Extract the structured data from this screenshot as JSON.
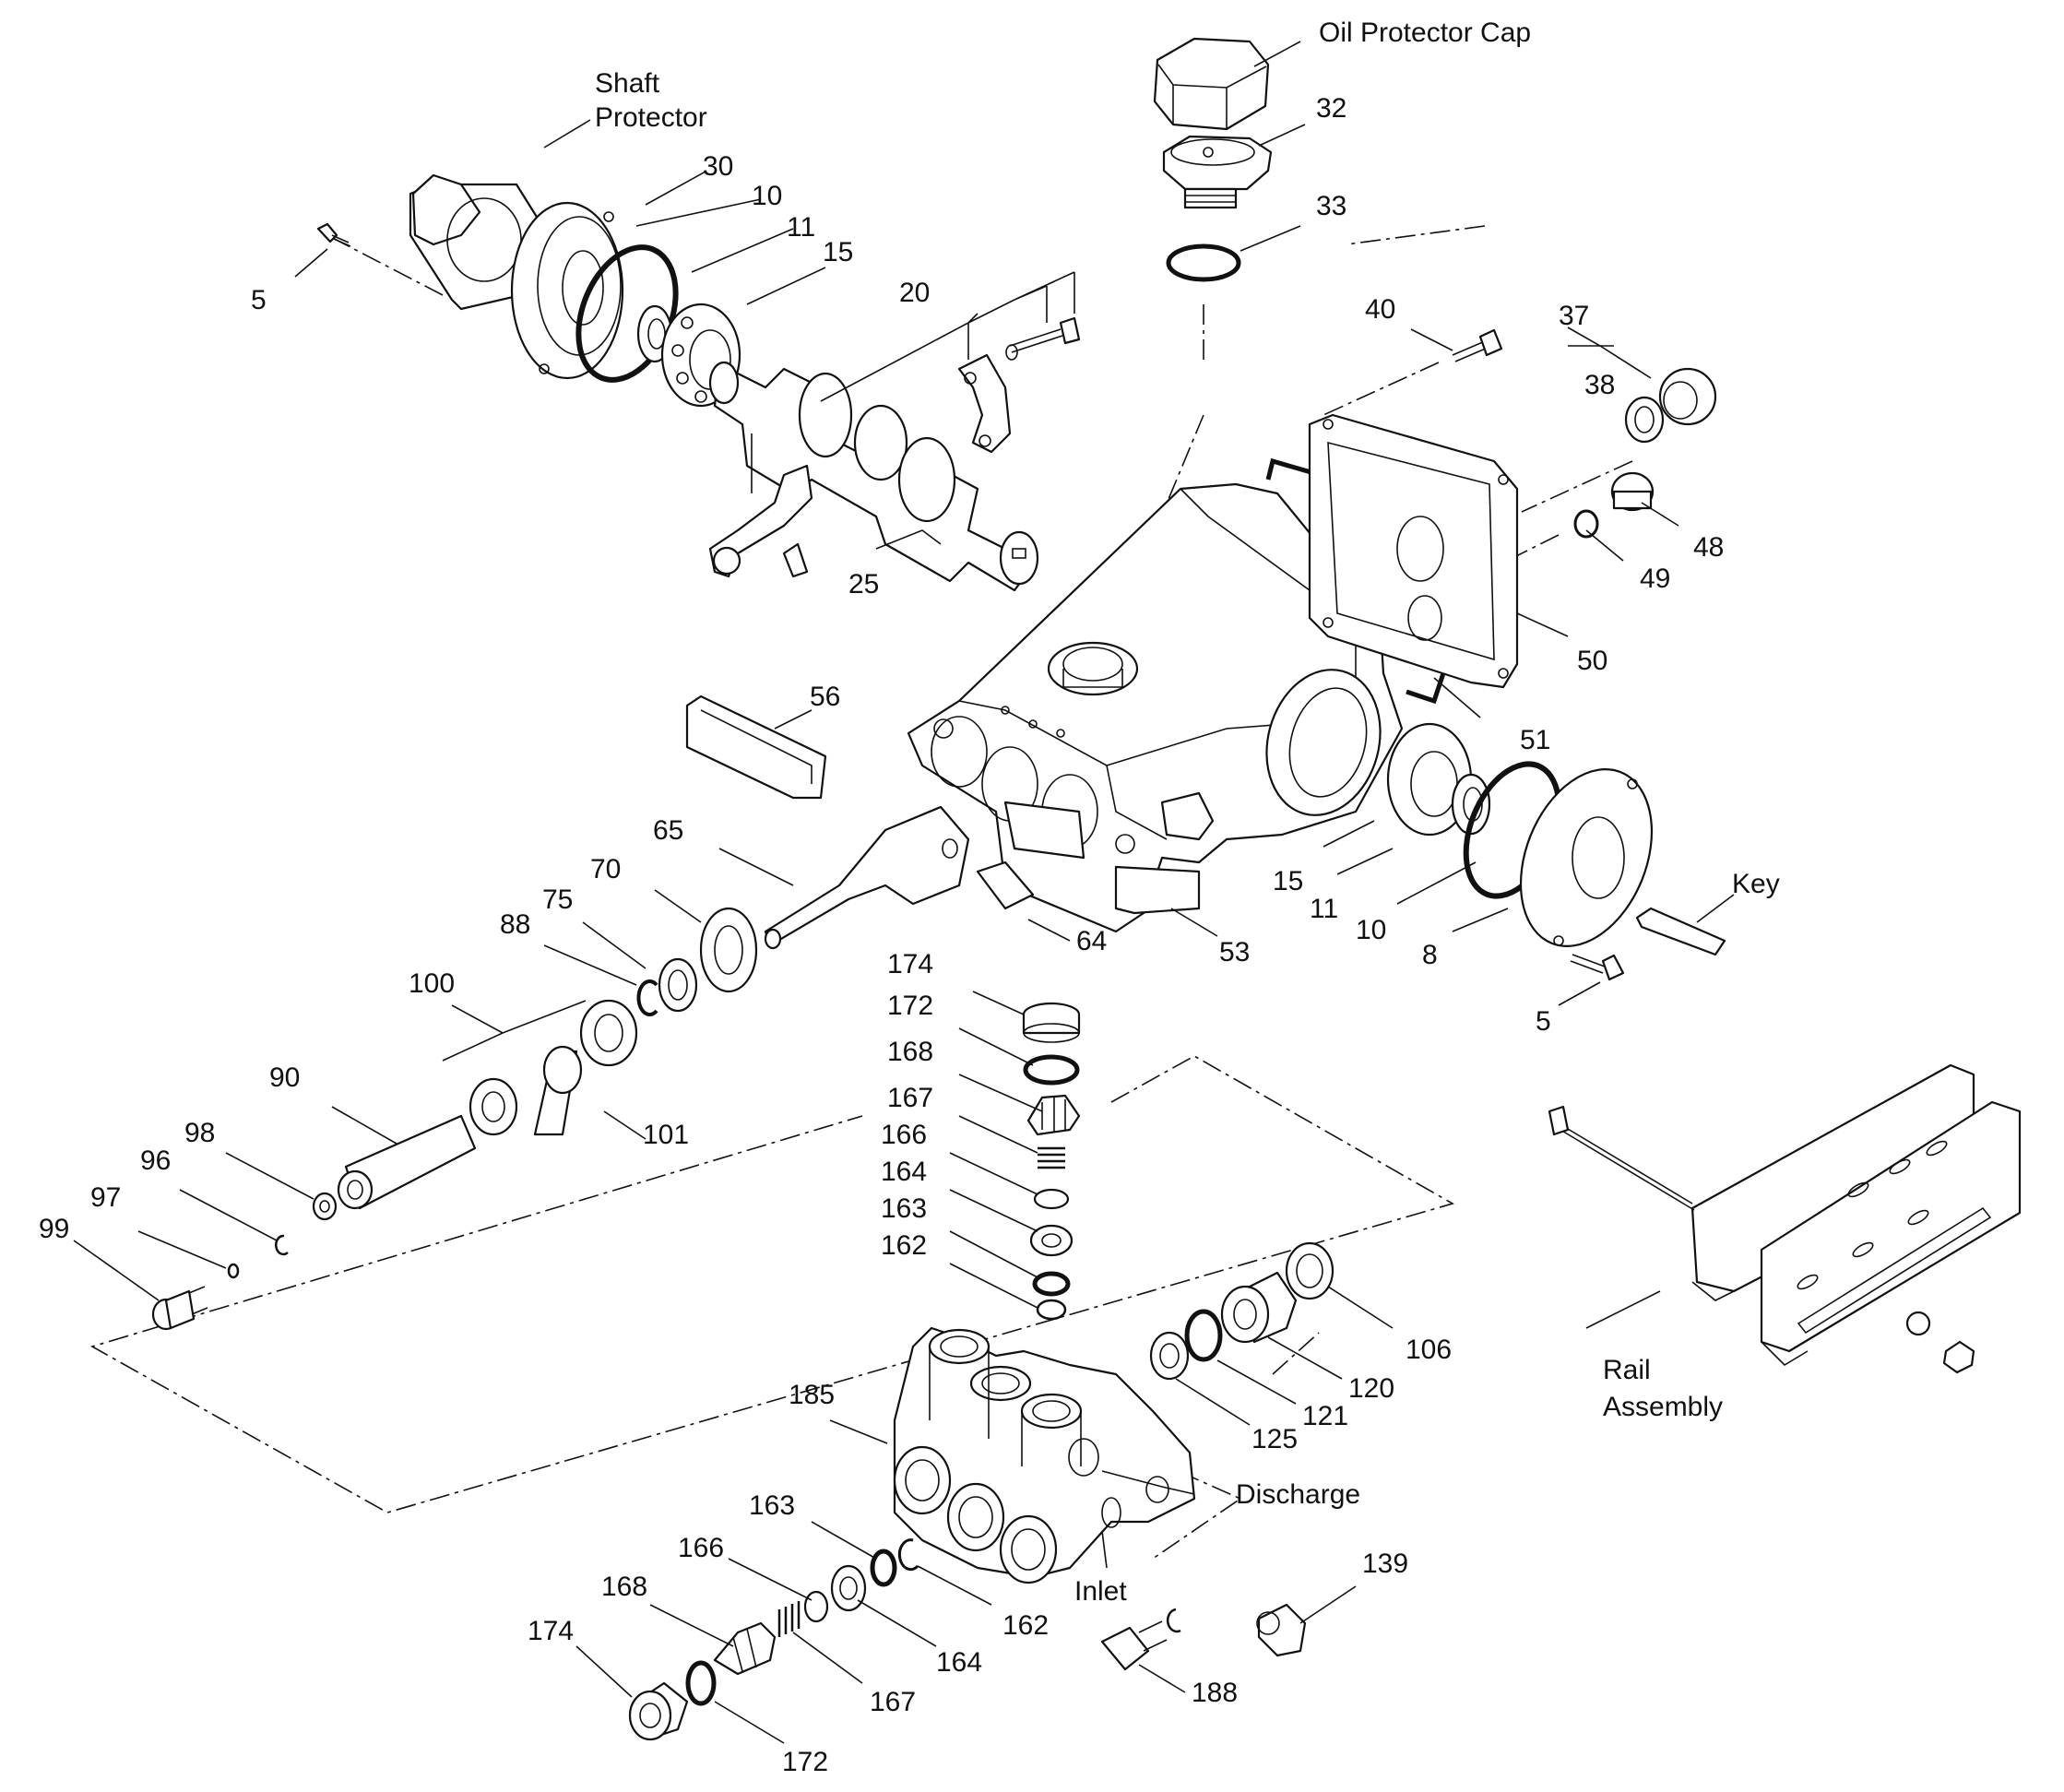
{
  "labels": [
    {
      "id": "oil-protector-cap",
      "text": "Oil Protector Cap"
    },
    {
      "id": "shaft-protector-1",
      "text": "Shaft"
    },
    {
      "id": "shaft-protector-2",
      "text": "Protector"
    },
    {
      "id": "p32",
      "text": "32"
    },
    {
      "id": "p33",
      "text": "33"
    },
    {
      "id": "p30",
      "text": "30"
    },
    {
      "id": "p10a",
      "text": "10"
    },
    {
      "id": "p11a",
      "text": "11"
    },
    {
      "id": "p15a",
      "text": "15"
    },
    {
      "id": "p20",
      "text": "20"
    },
    {
      "id": "p5a",
      "text": "5"
    },
    {
      "id": "p25",
      "text": "25"
    },
    {
      "id": "p40",
      "text": "40"
    },
    {
      "id": "p37",
      "text": "37"
    },
    {
      "id": "p38",
      "text": "38"
    },
    {
      "id": "p48",
      "text": "48"
    },
    {
      "id": "p49",
      "text": "49"
    },
    {
      "id": "p50",
      "text": "50"
    },
    {
      "id": "p51",
      "text": "51"
    },
    {
      "id": "p56",
      "text": "56"
    },
    {
      "id": "p65",
      "text": "65"
    },
    {
      "id": "p70",
      "text": "70"
    },
    {
      "id": "p75",
      "text": "75"
    },
    {
      "id": "p88",
      "text": "88"
    },
    {
      "id": "p100",
      "text": "100"
    },
    {
      "id": "p64",
      "text": "64"
    },
    {
      "id": "p53",
      "text": "53"
    },
    {
      "id": "p15b",
      "text": "15"
    },
    {
      "id": "p11b",
      "text": "11"
    },
    {
      "id": "p10b",
      "text": "10"
    },
    {
      "id": "p8",
      "text": "8"
    },
    {
      "id": "key",
      "text": "Key"
    },
    {
      "id": "p5b",
      "text": "5"
    },
    {
      "id": "p174a",
      "text": "174"
    },
    {
      "id": "p172a",
      "text": "172"
    },
    {
      "id": "p168a",
      "text": "168"
    },
    {
      "id": "p167a",
      "text": "167"
    },
    {
      "id": "p166a",
      "text": "166"
    },
    {
      "id": "p164a",
      "text": "164"
    },
    {
      "id": "p163a",
      "text": "163"
    },
    {
      "id": "p162a",
      "text": "162"
    },
    {
      "id": "p90",
      "text": "90"
    },
    {
      "id": "p101",
      "text": "101"
    },
    {
      "id": "p98",
      "text": "98"
    },
    {
      "id": "p96",
      "text": "96"
    },
    {
      "id": "p97",
      "text": "97"
    },
    {
      "id": "p99",
      "text": "99"
    },
    {
      "id": "p106",
      "text": "106"
    },
    {
      "id": "p120",
      "text": "120"
    },
    {
      "id": "p121",
      "text": "121"
    },
    {
      "id": "p125",
      "text": "125"
    },
    {
      "id": "p185",
      "text": "185"
    },
    {
      "id": "discharge",
      "text": "Discharge"
    },
    {
      "id": "inlet",
      "text": "Inlet"
    },
    {
      "id": "p163b",
      "text": "163"
    },
    {
      "id": "p166b",
      "text": "166"
    },
    {
      "id": "p162b",
      "text": "162"
    },
    {
      "id": "p168b",
      "text": "168"
    },
    {
      "id": "p164b",
      "text": "164"
    },
    {
      "id": "p174b",
      "text": "174"
    },
    {
      "id": "p167b",
      "text": "167"
    },
    {
      "id": "p172b",
      "text": "172"
    },
    {
      "id": "p139",
      "text": "139"
    },
    {
      "id": "p188",
      "text": "188"
    },
    {
      "id": "rail-assembly-1",
      "text": "Rail"
    },
    {
      "id": "rail-assembly-2",
      "text": "Assembly"
    }
  ]
}
